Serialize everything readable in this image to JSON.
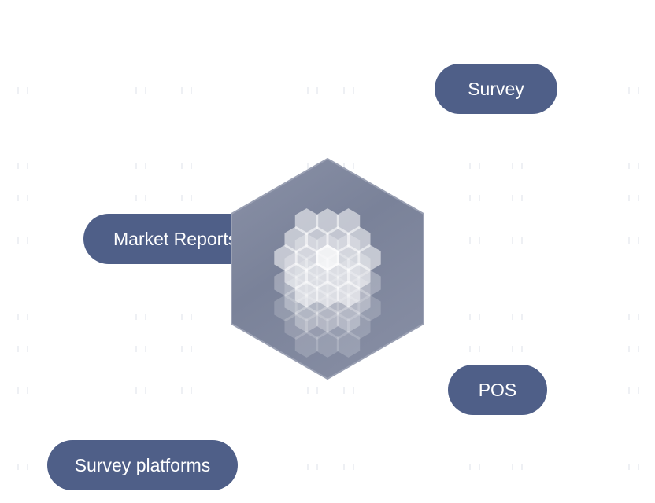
{
  "nodes": {
    "survey": "Survey",
    "market_reports": "Market Reports",
    "pos": "POS",
    "survey_platforms": "Survey platforms"
  },
  "hub": {
    "icon": "hexagon-cluster-icon"
  },
  "colors": {
    "pill": "#4f5f88",
    "pill_text": "#ffffff",
    "hub": "#7c849c",
    "background": "#ffffff"
  }
}
